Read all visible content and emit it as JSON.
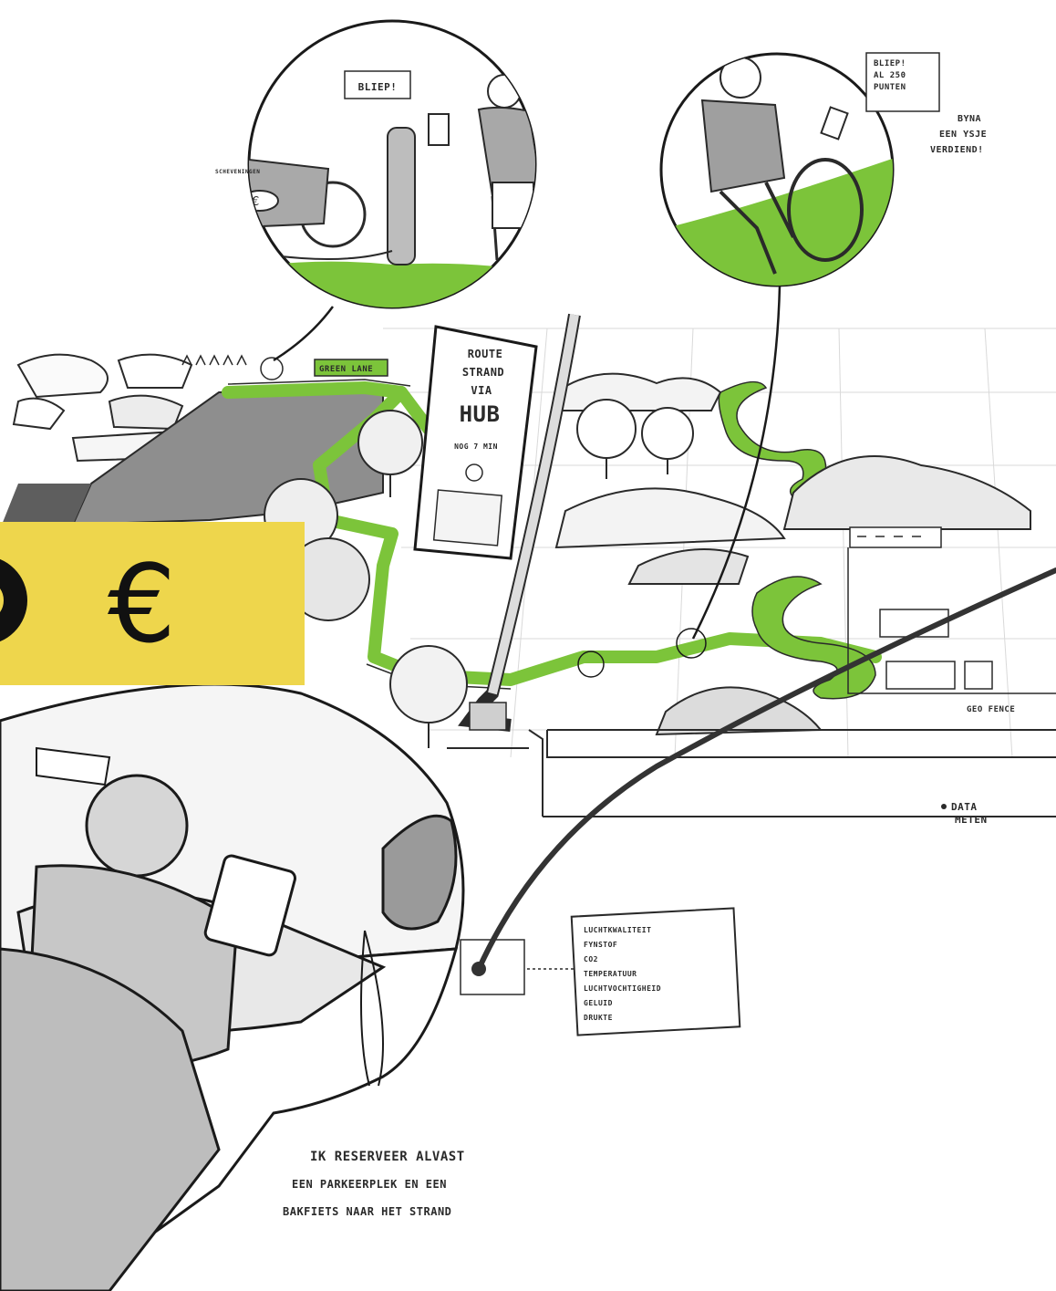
{
  "scene": {
    "bubble_left_text": "BLIEP!",
    "bubble_right_lines": [
      "BLIEP!",
      "AL 250",
      "PUNTEN"
    ],
    "bubble_right_caption": [
      "BYNA",
      "EEN YSJE",
      "VERDIEND!"
    ],
    "cargo_bike_label": "SCHEVENINGEN",
    "green_lane_sign": "GREEN LANE",
    "hub_sign_lines": [
      "ROUTE",
      "STRAND",
      "VIA",
      "HUB"
    ],
    "hub_sign_time": "NOG 7 MIN",
    "geo_label": "GEO FENCE",
    "data_label": [
      "DATA",
      "METEN"
    ],
    "sensor_list": [
      "LUCHTKWALITEIT",
      "FYNSTOF",
      "CO2",
      "TEMPERATUUR",
      "LUCHTVOCHTIGHEID",
      "GELUID",
      "DRUKTE"
    ],
    "caption_lines": [
      "IK RESERVEER ALVAST",
      "EEN PARKEERPLEK EN EEN",
      "BAKFIETS NAAR HET STRAND"
    ]
  },
  "badge": {
    "cc_symbol": "©",
    "euro_symbol": "€",
    "color": "#eed64c"
  },
  "colors": {
    "accent_green": "#7cc43a",
    "ink": "#2a2a2a",
    "shade": "#9a9a9a"
  }
}
